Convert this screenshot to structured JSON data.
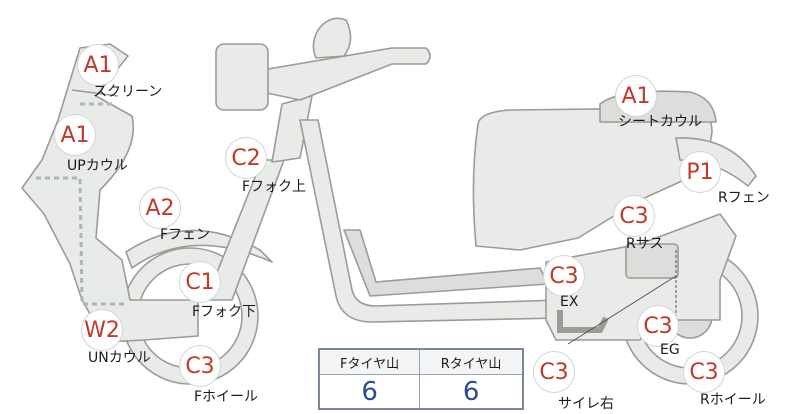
{
  "parts": [
    {
      "id": "a1-screen",
      "code": "A1",
      "label": "スクリーン"
    },
    {
      "id": "a1-up-cowl",
      "code": "A1",
      "label": "UPカウル"
    },
    {
      "id": "a2-f-fender",
      "code": "A2",
      "label": "Fフェン"
    },
    {
      "id": "c2-f-fork-upper",
      "code": "C2",
      "label": "Fフォク上"
    },
    {
      "id": "c1-f-fork-lower",
      "code": "C1",
      "label": "Fフォク下"
    },
    {
      "id": "w2-un-cowl",
      "code": "W2",
      "label": "UNカウル"
    },
    {
      "id": "c3-f-wheel",
      "code": "C3",
      "label": "Fホイール"
    },
    {
      "id": "a1-seat-cowl",
      "code": "A1",
      "label": "シートカウル"
    },
    {
      "id": "p1-r-fender",
      "code": "P1",
      "label": "Rフェン"
    },
    {
      "id": "c3-r-sus",
      "code": "C3",
      "label": "Rサス"
    },
    {
      "id": "c3-ex",
      "code": "C3",
      "label": "EX"
    },
    {
      "id": "c3-eg",
      "code": "C3",
      "label": "EG"
    },
    {
      "id": "c3-muffler-right",
      "code": "C3",
      "label": "サイレ右"
    },
    {
      "id": "c3-r-wheel",
      "code": "C3",
      "label": "Rホイール"
    }
  ],
  "tire_table": {
    "headers": [
      "Fタイヤ山",
      "Rタイヤ山"
    ],
    "values": [
      "6",
      "6"
    ]
  },
  "colors": {
    "badge_text": "#c0392b",
    "table_value": "#2f4b8f",
    "body_fill": "#e9ebe8"
  }
}
